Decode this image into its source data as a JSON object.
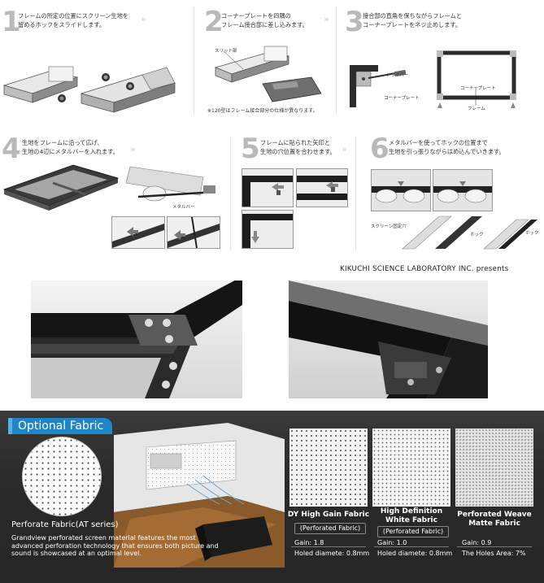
{
  "steps": [
    {
      "number": "1",
      "lines": [
        "フレームの所定の位置にスクリーン生地を",
        "留めるホックをスライドします。"
      ]
    },
    {
      "number": "2",
      "lines": [
        "コーナープレートを四隅の",
        "フレーム接合部に差し込みます。"
      ]
    },
    {
      "number": "3",
      "lines": [
        "接合部の直角を保ちながらフレームと",
        "コーナープレートをネジ止めします。"
      ]
    },
    {
      "number": "4",
      "lines": [
        "生地をフレームに沿って広げ、",
        "生地の4辺にメタルバーを入れます。"
      ]
    },
    {
      "number": "5",
      "lines": [
        "フレームに貼られた矢印と",
        "生地の穴位置を合わせます。"
      ]
    },
    {
      "number": "6",
      "lines": [
        "メタルバーを使ってホックの位置まで",
        "生地を引っ張りながらはめ込んでいきます。"
      ]
    }
  ],
  "chevron": "››",
  "labels": {
    "slit": "スリット部",
    "note120": "※120型はフレーム接合部分の仕様が異なります。",
    "driver": "ドライバー",
    "corner_plate": "コーナープレート",
    "corner_plate2": "コーナープレート",
    "frame": "フレーム",
    "metal_bar": "メタルバー",
    "screen_fixed": "スクリーン固定穴",
    "hook1": "ホック",
    "hook2": "ホック"
  },
  "brand": "KIKUCHI SCIENCE LABORATORY INC. presents",
  "optional": {
    "tab_label": "Optional Fabric",
    "perforate_title": "Perforate Fabric(AT series)",
    "perforate_desc": "Grandview perforated screen material features the most advanced perforation technology that ensures both picture and sound is showcased at an optimal level.",
    "fabrics": [
      {
        "title_line1": "DY High Gain Fabric",
        "title_line2": "",
        "subtitle": "(Perforated Fabric)",
        "spec1": "Gain: 1.8",
        "spec2": "Holed diamete: 0.8mm"
      },
      {
        "title_line1": "High Definition",
        "title_line2": "White Fabric",
        "subtitle": "(Perforated Fabric)",
        "spec1": "Gain: 1.0",
        "spec2": "Holed diamete: 0.8mm"
      },
      {
        "title_line1": "Perforated Weave",
        "title_line2": "Matte Fabric",
        "subtitle": "",
        "spec1": "Gain: 0.9",
        "spec2": "The Holes Area: 7%"
      }
    ]
  },
  "colors": {
    "accent": "#1e85c6",
    "panel": "#2a2a2a",
    "step_number": "#b9b9b9"
  }
}
